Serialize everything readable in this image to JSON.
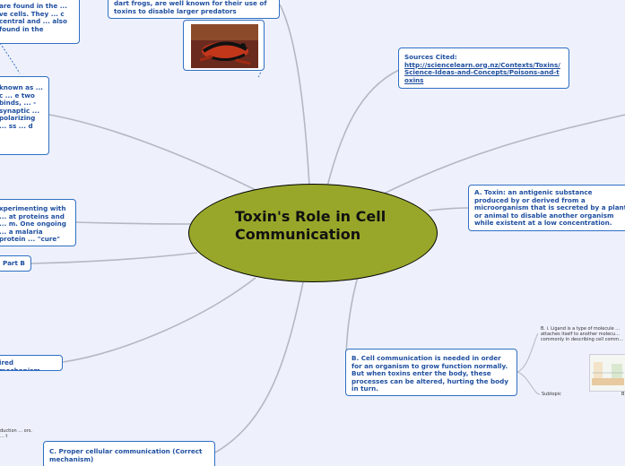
{
  "central": {
    "title": "Toxin's Role in Cell Communication"
  },
  "nodes": {
    "frog_text": "dart frogs, are well known for their use of toxins to disable larger predators",
    "top_left": "are found in the ... ve cells. They ... c central and ... also found in the",
    "known_as": "known as ... c ... e two binds, ... -synaptic ... polarizing ... ss ... d",
    "experimenting": "xperimenting with ... at proteins and ... m. One ongoing ... a malaria protein ... \"cure\" cancer.",
    "part_b": "Part B",
    "ired_mechanism": "ired mechanism",
    "sources_label": "Sources Cited:",
    "sources_link": "http://sciencelearn.org.nz/Contexts/Toxins/Science-Ideas-and-Concepts/Poisons-and-toxins",
    "toxin_def": "A. Toxin: an antigenic substance produced by or derived from a microorganism that is secreted by a plant or animal to disable another organism while existent at a low concentration.",
    "cell_comm": "B. Cell communication is needed in order for an organism to grow function normally. But when toxins enter the body, these processes can be altered, hurting the body in turn.",
    "proper_comm": "C. Proper cellular communication (Correct mechanism)"
  },
  "mini_texts": {
    "ligand": "B. i. Ligand is a type of molecule ... attaches itself to another molecu... commonly in describing cell comm...",
    "subtopic": "Subtopic",
    "b_label": "B",
    "bottom_left": "duction ... ors. ... t"
  },
  "colors": {
    "background": "#eef1fb",
    "node_border": "#2f6fc4",
    "node_text": "#1f4fa0",
    "central_fill": "#98a72a",
    "link": "#b4b8c4"
  }
}
